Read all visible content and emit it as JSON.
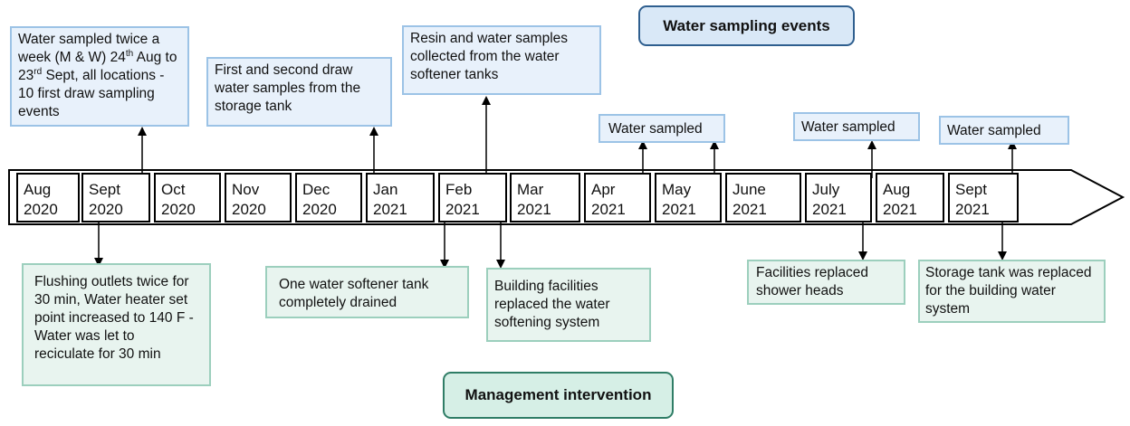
{
  "legend": {
    "sampling": "Water sampling events",
    "intervention": "Management intervention"
  },
  "months": [
    {
      "m": "Aug",
      "y": "2020"
    },
    {
      "m": "Sept",
      "y": "2020"
    },
    {
      "m": "Oct",
      "y": "2020"
    },
    {
      "m": "Nov",
      "y": "2020"
    },
    {
      "m": "Dec",
      "y": "2020"
    },
    {
      "m": "Jan",
      "y": "2021"
    },
    {
      "m": "Feb",
      "y": "2021"
    },
    {
      "m": "Mar",
      "y": "2021"
    },
    {
      "m": "Apr",
      "y": "2021"
    },
    {
      "m": "May",
      "y": "2021"
    },
    {
      "m": "June",
      "y": "2021"
    },
    {
      "m": "July",
      "y": "2021"
    },
    {
      "m": "Aug",
      "y": "2021"
    },
    {
      "m": "Sept",
      "y": "2021"
    }
  ],
  "sampling_events": {
    "sept2020": {
      "a": "Water sampled twice a week (M & W) 24",
      "sup1": "th",
      "b": " Aug to 23",
      "sup2": "rd",
      "c": " Sept, all locations - 10 first draw sampling events"
    },
    "dec2020": "First and second draw water samples from the storage tank",
    "feb2021": "Resin and water samples collected from the water softener tanks",
    "apr_may2021": "Water sampled",
    "july2021": "Water sampled",
    "sept2021": "Water sampled"
  },
  "interventions": {
    "sept2020": "Flushing outlets twice for 30 min, Water heater set point increased to 140 F - Water was let to reciculate for 30 min",
    "jan2021": "One water softener tank completely drained",
    "feb2021": "Building facilities replaced the water softening system",
    "july2021": "Facilities replaced shower heads",
    "sept2021": "Storage tank was replaced for the building water system"
  }
}
